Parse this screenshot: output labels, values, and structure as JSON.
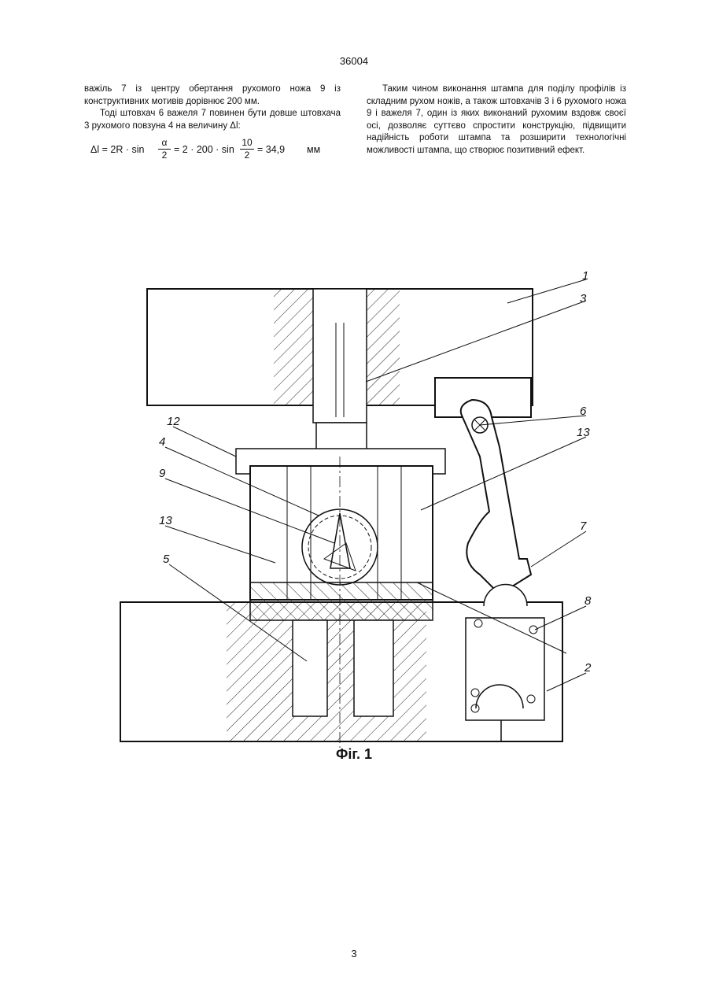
{
  "header": {
    "patent_number": "36004"
  },
  "left_column": {
    "para1": "важіль 7 із центру обертання рухомого ножа 9 із конструктивних мотивів дорівнює 200 мм.",
    "para2": "Тоді штовхач 6 важеля 7 повинен бути довше штовхача 3 рухомого повзуна 4 на величину Δl:",
    "formula": {
      "lhs": "Δl = 2R · sin",
      "frac1_num": "α",
      "frac1_den": "2",
      "mid": "= 2 · 200 · sin",
      "frac2_num": "10",
      "frac2_den": "2",
      "result": "= 34,9",
      "unit": "мм"
    }
  },
  "right_column": {
    "para1": "Таким чином виконання штампа для поділу профілів із складним рухом ножів, а також штовхачів 3 і 6 рухомого ножа 9 і важеля 7, один із яких виконаний рухомим вздовж своєї осі, дозволяє суттєво спростити конструкцію, підвищити надійність роботи штампа та розширити технологічні можливості штампа, що створює позитивний ефект."
  },
  "figure": {
    "caption": "Фіг. 1",
    "labels": [
      "1",
      "3",
      "6",
      "13",
      "7",
      "8",
      "2",
      "12",
      "4",
      "9",
      "13",
      "5"
    ]
  },
  "footer": {
    "page_number": "3"
  }
}
